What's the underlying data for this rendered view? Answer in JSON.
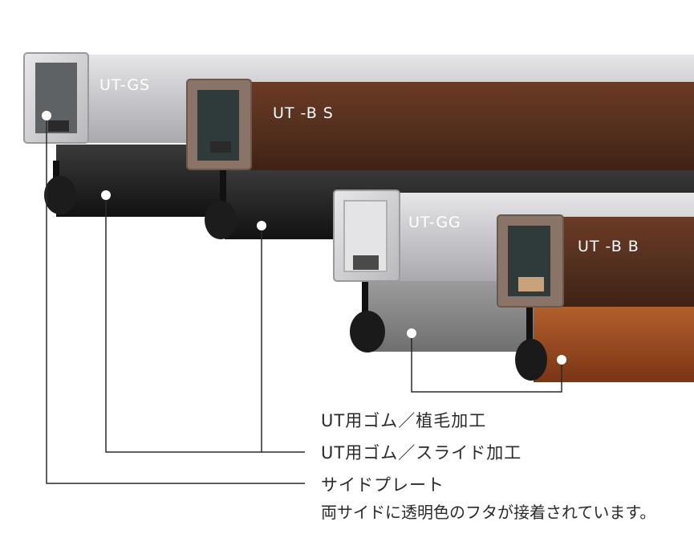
{
  "models": {
    "gs": "UT-GS",
    "bs": "UT -B S",
    "gg": "UT-GG",
    "bb": "UT -B B"
  },
  "callouts": {
    "flocked": "UT用ゴム／植毛加工",
    "slide": "UT用ゴム／スライド加工",
    "side_plate": "サイドプレート",
    "side_plate_note": "両サイドに透明色のフタが接着されています。"
  },
  "colors": {
    "silver": "#c9c9cd",
    "brown": "#5a2e1c",
    "rubber_black": "#262626",
    "flock_gray": "#8c8c8c",
    "flock_brown": "#a24e25",
    "leader_line": "#2a2a2a"
  }
}
